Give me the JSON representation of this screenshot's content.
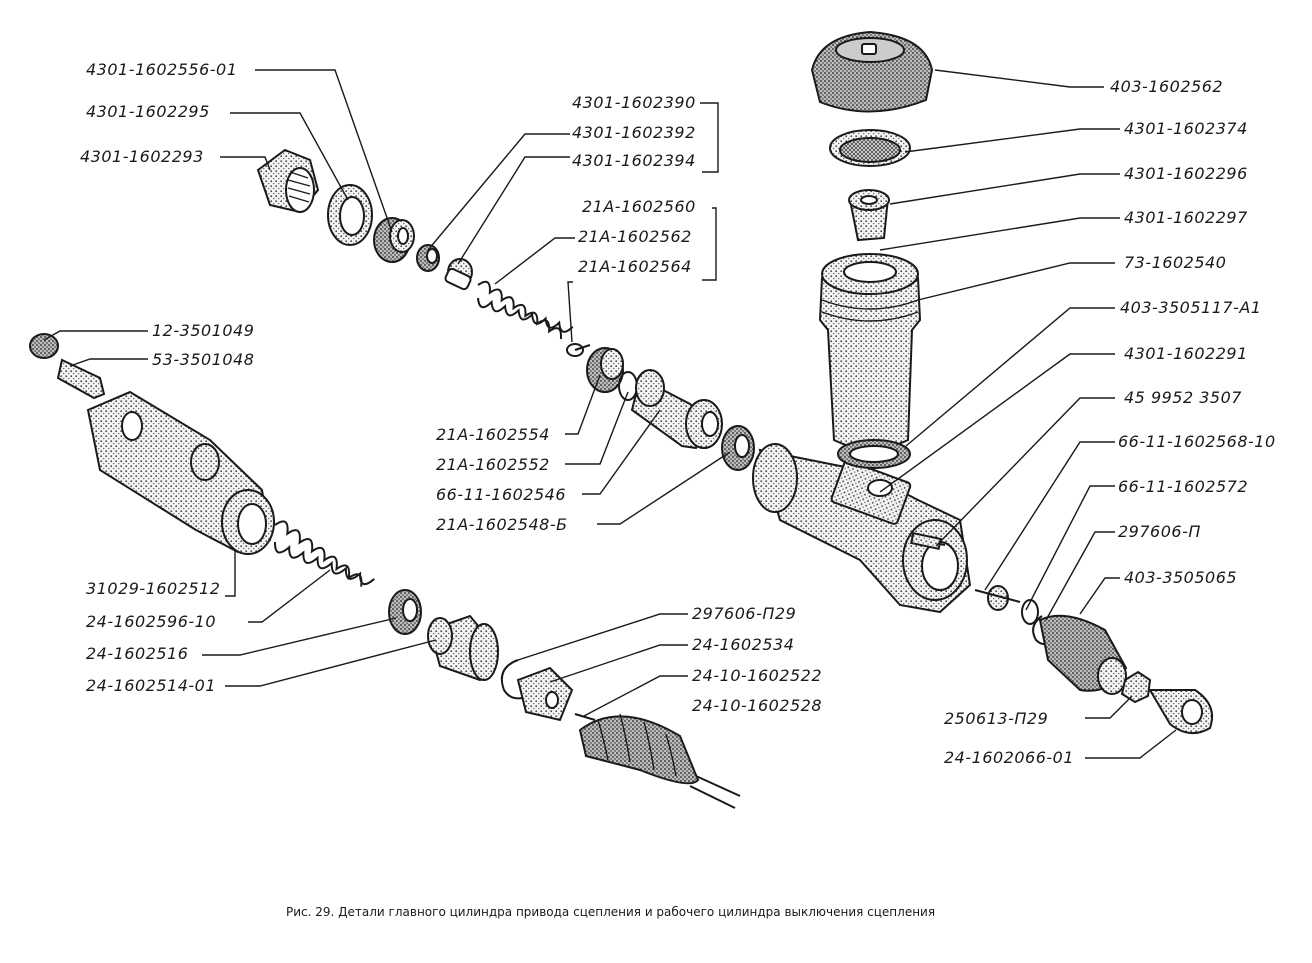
{
  "caption": "Рис. 29. Детали главного цилиндра привода сцепления и рабочего цилиндра выключения сцепления",
  "labels": [
    "4301-1602556-01",
    "4301-1602295",
    "4301-1602293",
    "4301-1602390",
    "4301-1602392",
    "4301-1602394",
    "21А-1602560",
    "21А-1602562",
    "21А-1602564",
    "12-3501049",
    "53-3501048",
    "21А-1602554",
    "21А-1602552",
    "66-11-1602546",
    "21А-1602548-Б",
    "31029-1602512",
    "24-1602596-10",
    "24-1602516",
    "24-1602514-01",
    "297606-П29",
    "24-1602534",
    "24-10-1602522",
    "24-10-1602528",
    "403-1602562",
    "4301-1602374",
    "4301-1602296",
    "4301-1602297",
    "73-1602540",
    "403-3505117-А1",
    "4301-1602291",
    "45 9952 3507",
    "66-11-1602568-10",
    "66-11-1602572",
    "297606-П",
    "403-3505065",
    "250613-П29",
    "24-1602066-01"
  ],
  "colors": {
    "ink": "#1a1a1a",
    "paper": "#ffffff",
    "shade": "#6e6e6e"
  }
}
